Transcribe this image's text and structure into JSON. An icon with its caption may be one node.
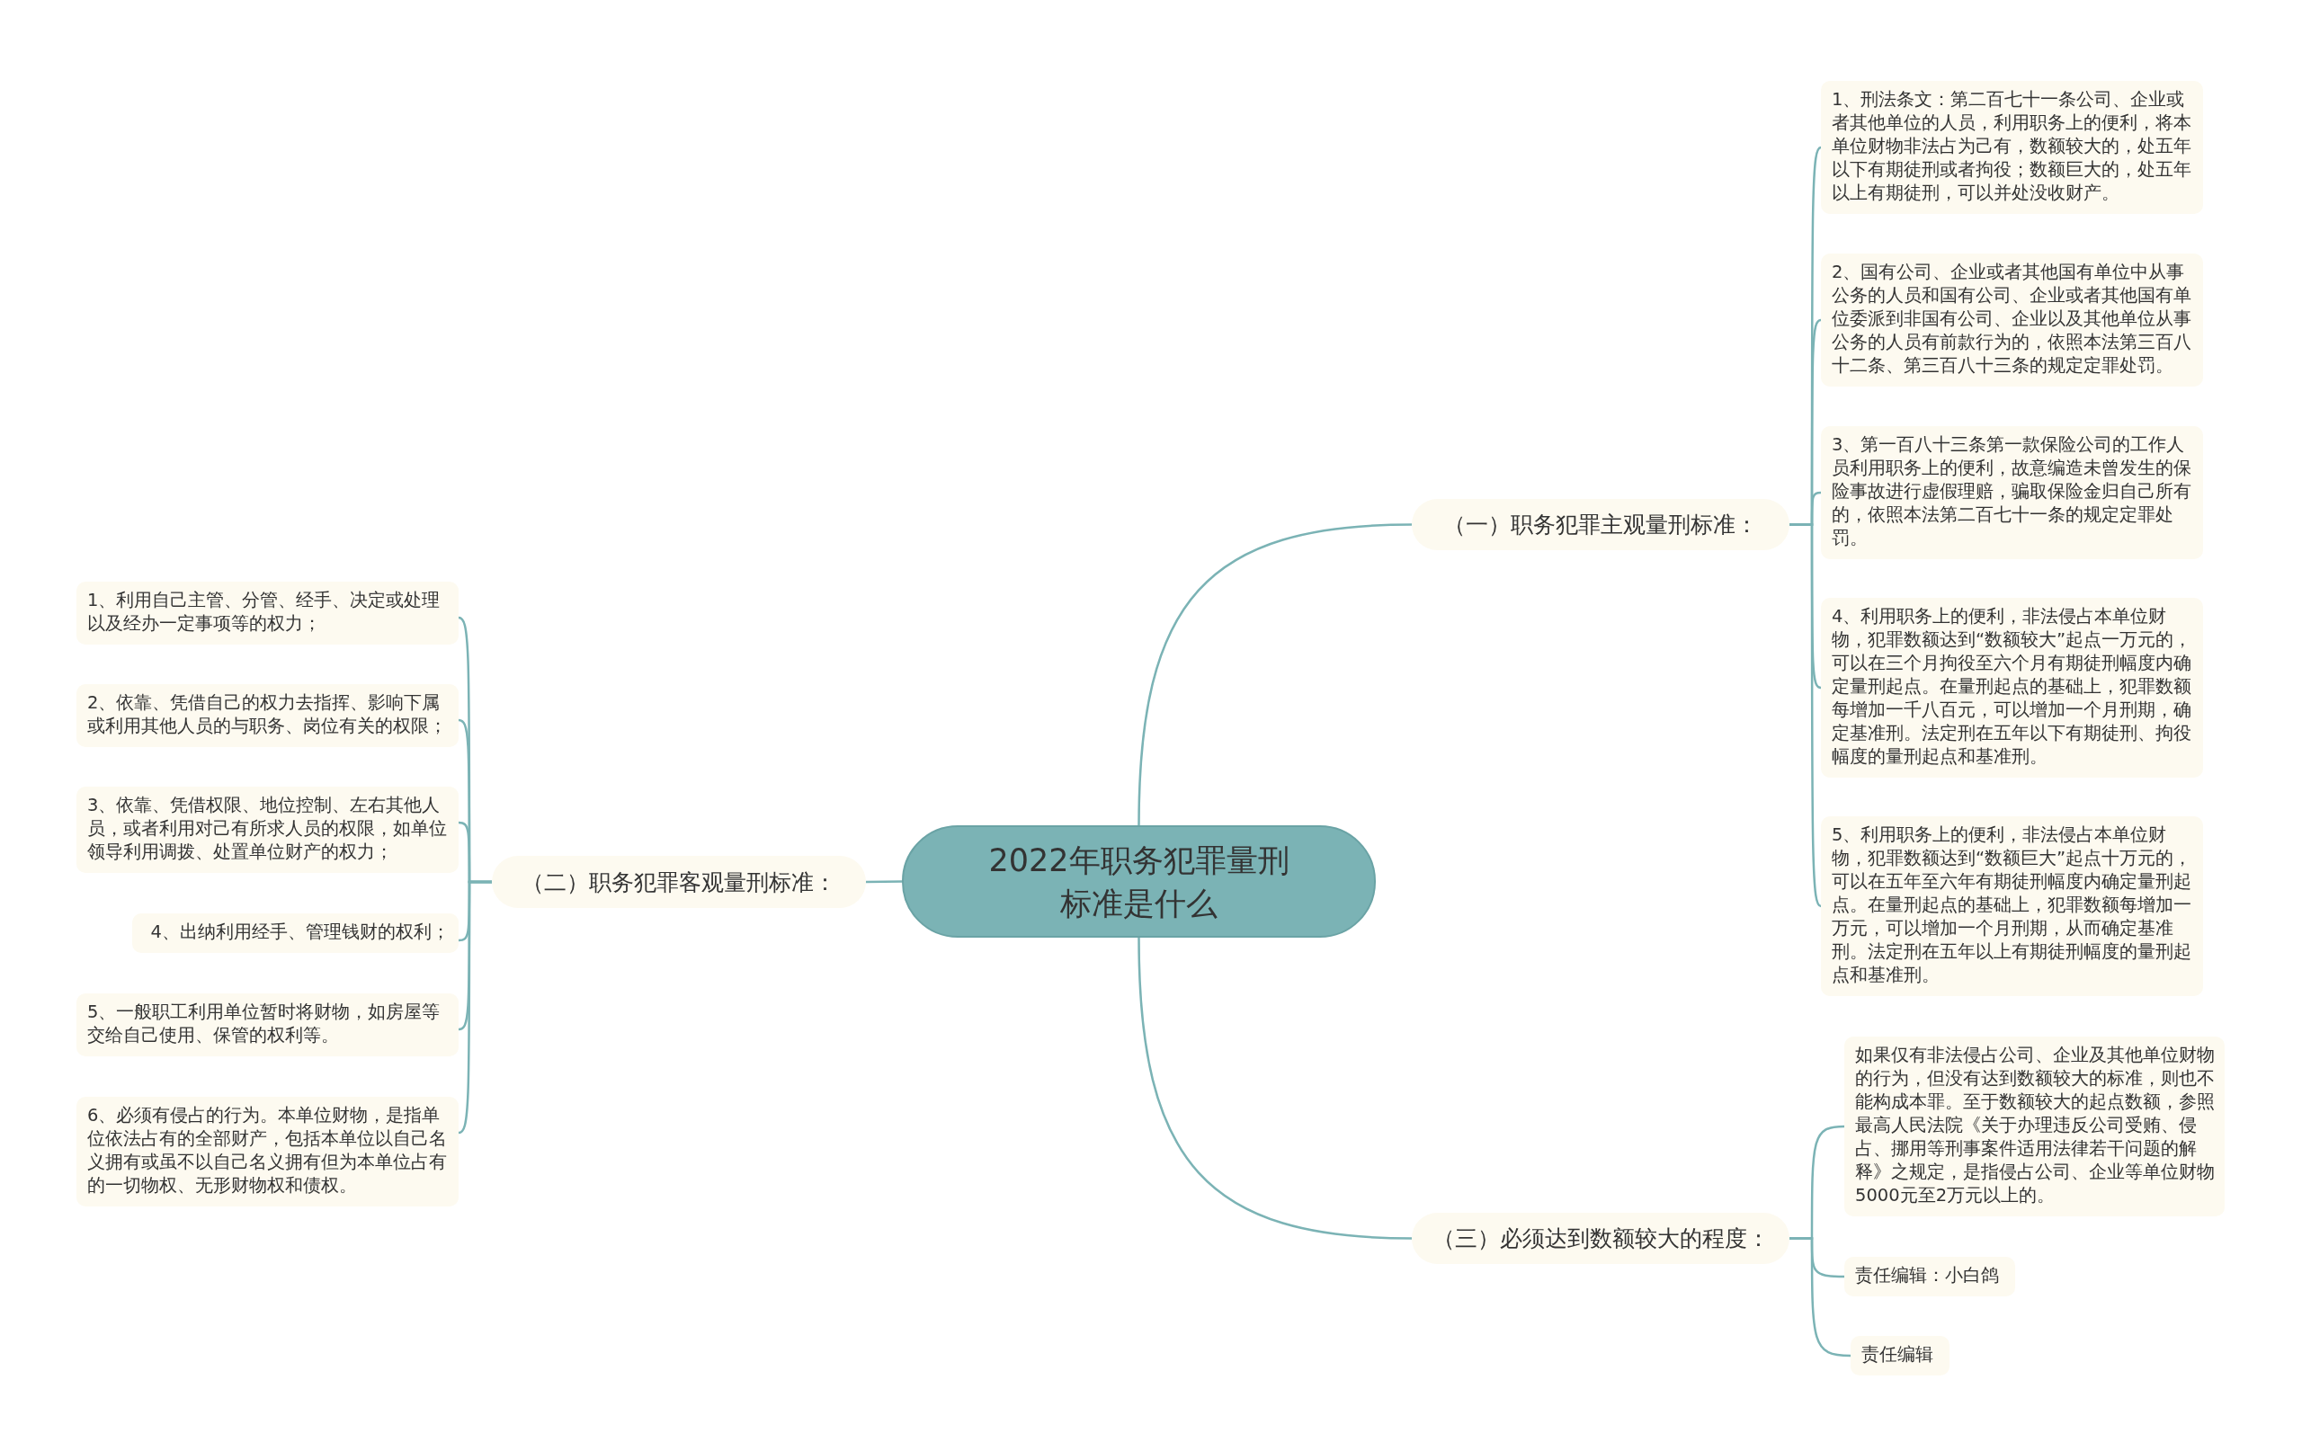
{
  "diagram": {
    "nodes": [
      {
        "text": [
          "2022年职务犯罪量刑标准是什么"
        ]
      },
      {
        "text": [
          "（一）职务犯罪主观量刑标准："
        ]
      },
      {
        "text": [
          "1、刑法条文：第二百七十一条公司、企业或者其他单位的人员，利用职务上的便利，将本单位财物非法占为己有，数额较大的，处五年以下有期徒刑或者拘役；数额巨大的，处五年以上有期徒刑，可以并处没收财产。"
        ]
      },
      {
        "text": [
          "2、国有公司、企业或者其他国有单位中从事公务的人员和国有公司、企业或者其他国有单位委派到非国有公司、企业以及其他单位从事公务的人员有前款行为的，依照本法第三百八十二条、第三百八十三条的规定定罪处罚。"
        ]
      },
      {
        "text": [
          "3、第一百八十三条第一款保险公司的工作人员利用职务上的便利，故意编造未曾发生的保险事故进行虚假理赔，骗取保险金归自己所有的，依照本法第二百七十一条的规定定罪处罚。"
        ]
      },
      {
        "text": [
          "4、利用职务上的便利，非法侵占本单位财物，犯罪数额达到“数额较大”起点一万元的，可以在三个月拘役至六个月有期徒刑幅度内确定量刑起点。在量刑起点的基础上，犯罪数额每增加一千八百元，可以增加一个月刑期，确定基准刑。法定刑在五年以下有期徒刑、拘役幅度的量刑起点和基准刑。"
        ]
      },
      {
        "text": [
          "5、利用职务上的便利，非法侵占本单位财物，犯罪数额达到“数额巨大”起点十万元的，可以在五年至六年有期徒刑幅度内确定量刑起点。在量刑起点的基础上，犯罪数额每增加一万元，可以增加一个月刑期，从而确定基准刑。法定刑在五年以上有期徒刑幅度的量刑起点和基准刑。"
        ]
      },
      {
        "text": [
          "（三）必须达到数额较大的程度："
        ]
      },
      {
        "text": [
          "如果仅有非法侵占公司、企业及其他单位财物的行为，但没有达到数额较大的标准，则也不能构成本罪。至于数额较大的起点数额，参照最高人民法院《关于办理违反公司受贿、侵占、挪用等刑事案件适用法律若干问题的解释》之规定，是指侵占公司、企业等单位财物5000元至2万元以上的。"
        ]
      },
      {
        "text": [
          "责任编辑：小白鸽"
        ]
      },
      {
        "text": [
          "责任编辑"
        ]
      },
      {
        "text": [
          "（二）职务犯罪客观量刑标准："
        ]
      },
      {
        "text": [
          "1、利用自己主管、分管、经手、决定或处理以及经办一定事项等的权力；"
        ]
      },
      {
        "text": [
          "2、依靠、凭借自己的权力去指挥、影响下属或利用其他人员的与职务、岗位有关的权限；"
        ]
      },
      {
        "text": [
          "3、依靠、凭借权限、地位控制、左右其他人员，或者利用对己有所求人员的权限，如单位领导利用调拨、处置单位财产的权力；"
        ]
      },
      {
        "text": [
          "4、出纳利用经手、管理钱财的权利；"
        ]
      },
      {
        "text": [
          "5、一般职工利用单位暂时将财物，如房屋等交给自己使用、保管的权利等。"
        ]
      },
      {
        "text": [
          "6、必须有侵占的行为。本单位财物，是指单位依法占有的全部财产，包括本单位以自己名义拥有或虽不以自己名义拥有但为本单位占有的一切物权、无形财物权和债权。"
        ]
      }
    ],
    "edges": [
      {
        "from": 0,
        "to": 1,
        "arrow": "none"
      },
      {
        "from": 1,
        "to": 2,
        "arrow": "none"
      },
      {
        "from": 1,
        "to": 3,
        "arrow": "none"
      },
      {
        "from": 1,
        "to": 4,
        "arrow": "none"
      },
      {
        "from": 1,
        "to": 5,
        "arrow": "none"
      },
      {
        "from": 1,
        "to": 6,
        "arrow": "none"
      },
      {
        "from": 0,
        "to": 7,
        "arrow": "none"
      },
      {
        "from": 7,
        "to": 8,
        "arrow": "none"
      },
      {
        "from": 7,
        "to": 9,
        "arrow": "none"
      },
      {
        "from": 7,
        "to": 10,
        "arrow": "none"
      },
      {
        "from": 0,
        "to": 11,
        "arrow": "none"
      },
      {
        "from": 11,
        "to": 12,
        "arrow": "none"
      },
      {
        "from": 11,
        "to": 13,
        "arrow": "none"
      },
      {
        "from": 11,
        "to": 14,
        "arrow": "none"
      },
      {
        "from": 11,
        "to": 15,
        "arrow": "none"
      },
      {
        "from": 11,
        "to": 16,
        "arrow": "none"
      },
      {
        "from": 11,
        "to": 17,
        "arrow": "none"
      }
    ]
  }
}
